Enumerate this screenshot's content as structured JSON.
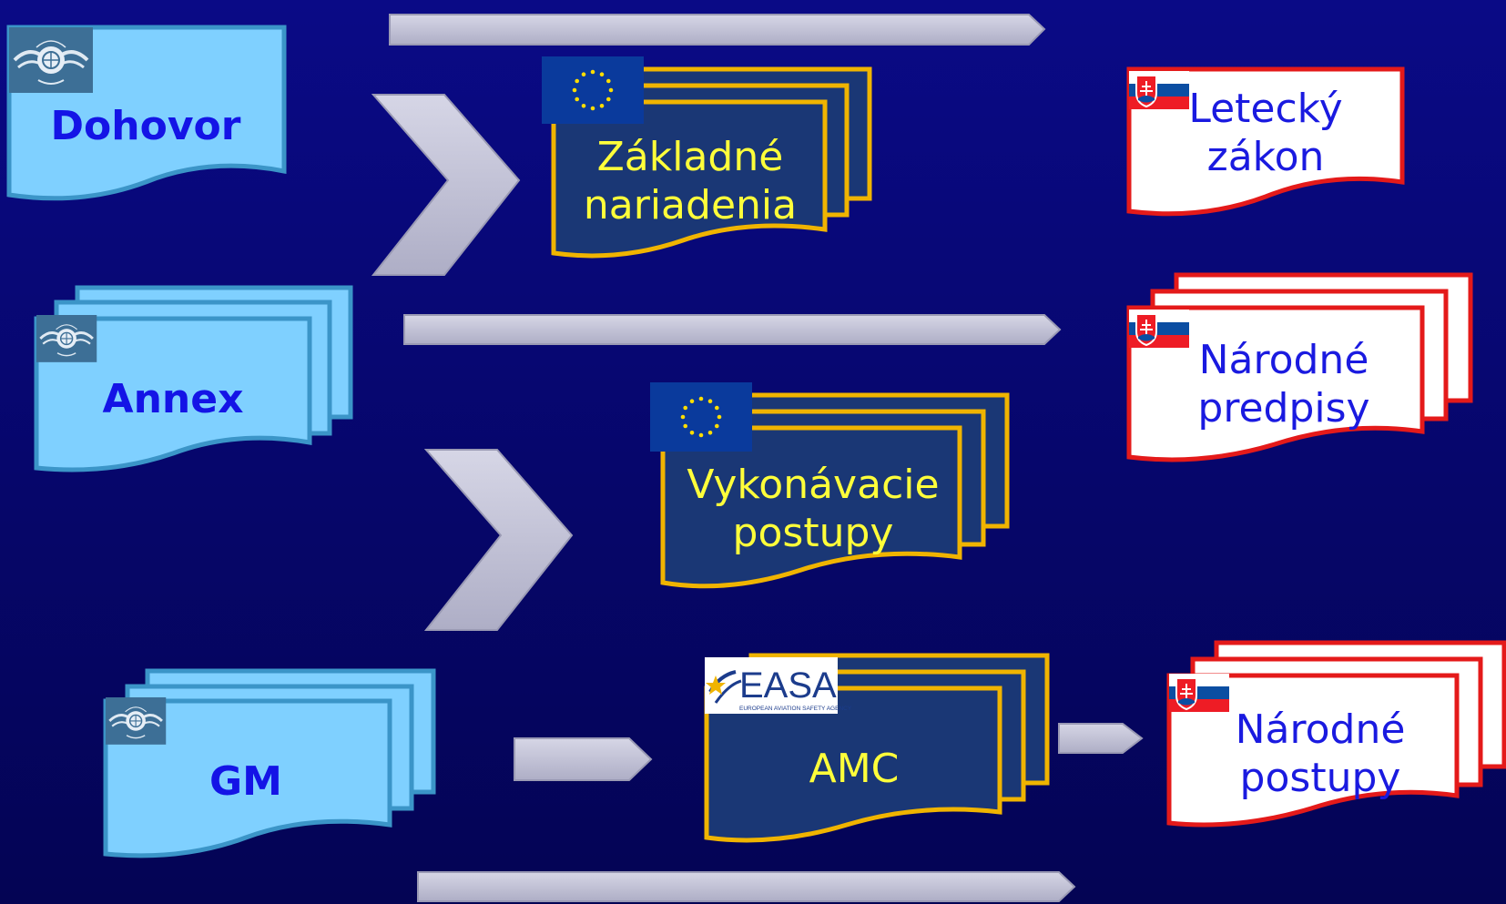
{
  "diagram": {
    "icao_documents": [
      {
        "id": "dohovor",
        "label": "Dohovor",
        "logo_icon": "icao-emblem-icon"
      },
      {
        "id": "annex",
        "label": "Annex",
        "logo_icon": "icao-emblem-icon"
      },
      {
        "id": "gm",
        "label": "GM",
        "logo_icon": "icao-emblem-icon"
      }
    ],
    "eu_documents": [
      {
        "id": "zakladne",
        "label": "Základné\nnariadenia",
        "logo_icon": "eu-flag-icon"
      },
      {
        "id": "vykonavacie",
        "label": "Vykonávacie\npostupy",
        "logo_icon": "eu-flag-icon"
      },
      {
        "id": "amc",
        "label": "AMC",
        "logo_icon": "easa-logo-icon"
      }
    ],
    "easa_logo": {
      "wordmark": "EASA",
      "tagline": "EUROPEAN AVIATION SAFETY AGENCY"
    },
    "national_documents": [
      {
        "id": "letecky",
        "label": "Letecký\nzákon",
        "logo_icon": "slovak-flag-icon"
      },
      {
        "id": "predpisy",
        "label": "Národné\npredpisy",
        "logo_icon": "slovak-flag-icon"
      },
      {
        "id": "postupy",
        "label": "Národné\npostupy",
        "logo_icon": "slovak-flag-icon"
      }
    ],
    "colors": {
      "background": "#08087a",
      "icao_fill": "#7fd0ff",
      "icao_border": "#3b95c8",
      "eu_fill": "#1a3775",
      "eu_border": "#f0b400",
      "eu_text": "#ffff3a",
      "national_fill": "#ffffff",
      "national_border": "#e41a1a",
      "arrow_fill": "#c4c4d8"
    }
  }
}
